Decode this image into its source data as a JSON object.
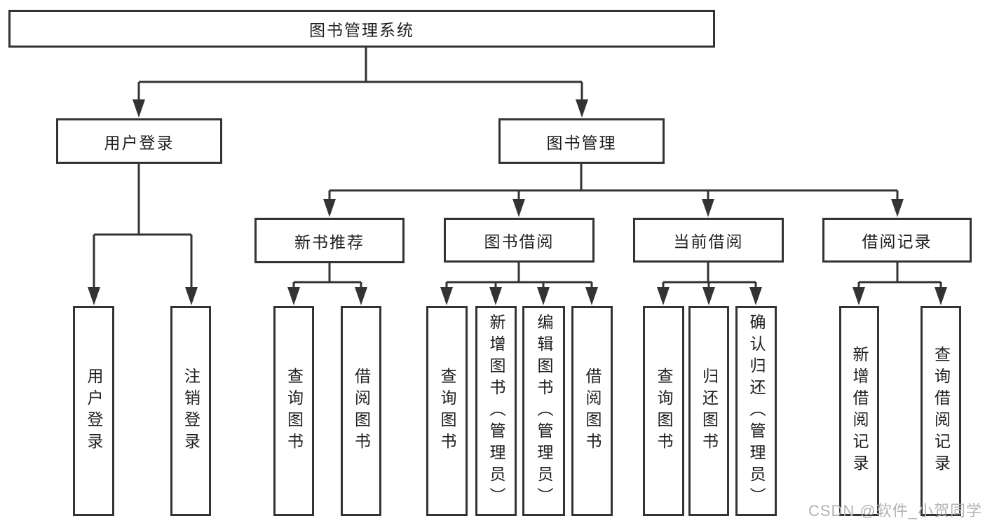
{
  "tree": {
    "root": {
      "label": "图书管理系统"
    },
    "branches": [
      {
        "label": "用户登录",
        "children": [
          "用户登录",
          "注销登录"
        ]
      },
      {
        "label": "图书管理",
        "groups": [
          {
            "label": "新书推荐",
            "children": [
              "查询图书",
              "借阅图书"
            ]
          },
          {
            "label": "图书借阅",
            "children": [
              "查询图书",
              "新增图书（管理员）",
              "编辑图书（管理员）",
              "借阅图书"
            ]
          },
          {
            "label": "当前借阅",
            "children": [
              "查询图书",
              "归还图书",
              "确认归还（管理员）"
            ]
          },
          {
            "label": "借阅记录",
            "children": [
              "新增借阅记录",
              "查询借阅记录"
            ]
          }
        ]
      }
    ]
  },
  "colors": {
    "line": "#333333",
    "text": "#1f1f1f",
    "watermark": "#b3b3b3"
  },
  "watermark": {
    "text": "CSDN @软件_小贺同学"
  }
}
